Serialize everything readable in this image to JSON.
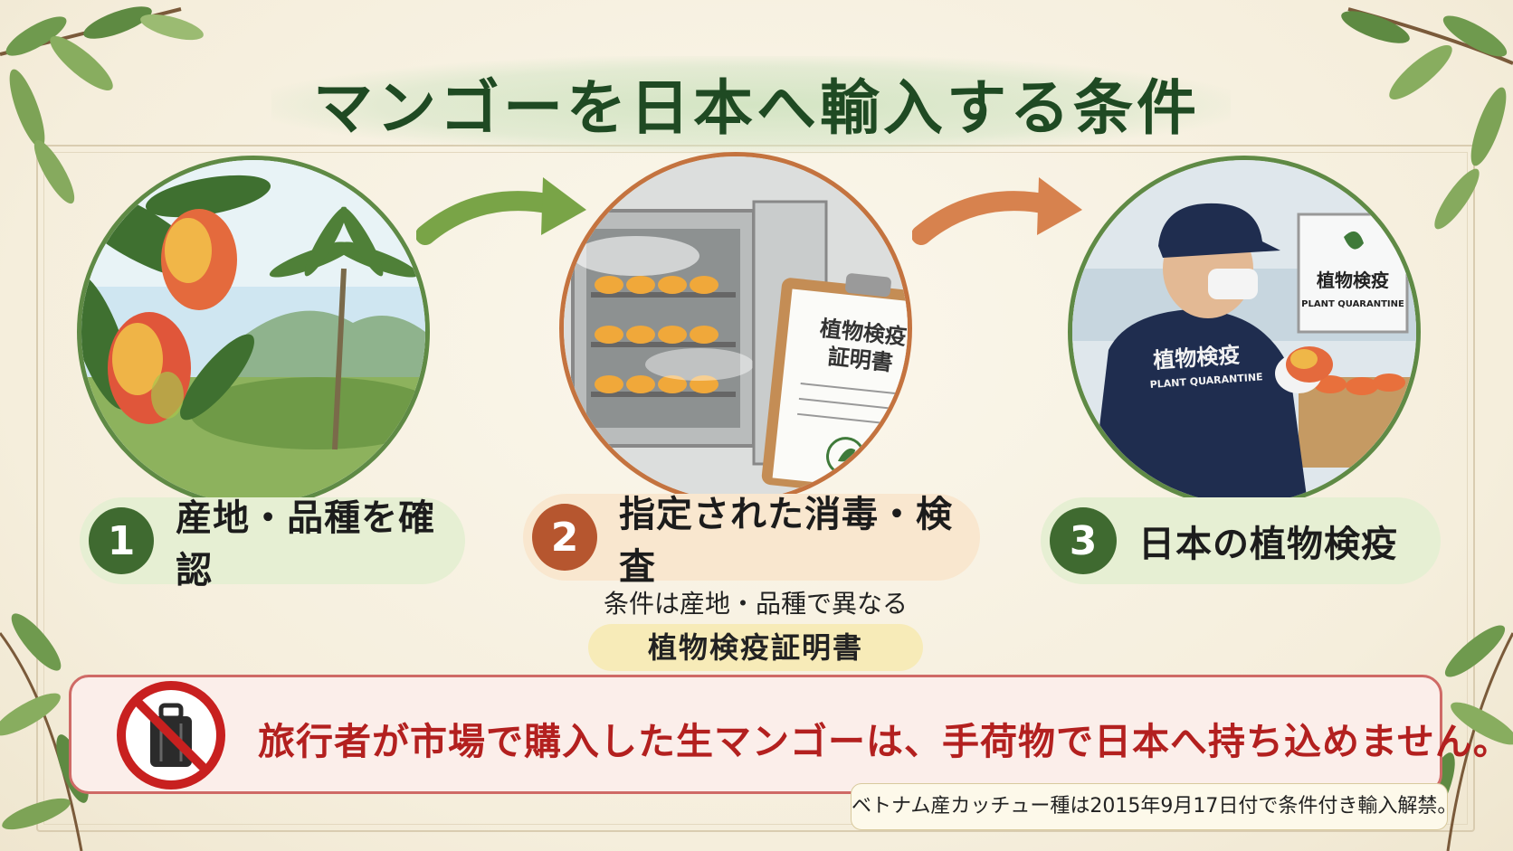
{
  "title": "マンゴーを日本へ輸入する条件",
  "steps": [
    {
      "number": "1",
      "label": "産地・品種を確認"
    },
    {
      "number": "2",
      "label": "指定された消毒・検査"
    },
    {
      "number": "3",
      "label": "日本の植物検疫"
    }
  ],
  "step2_note": "条件は産地・品種で異なる",
  "certificate_tag": "植物検疫証明書",
  "illustration_text": {
    "clipboard_title_line1": "植物検疫",
    "clipboard_title_line2": "証明書",
    "sign_jp": "植物検疫",
    "sign_en": "PLANT QUARANTINE",
    "shirt_jp": "植物検疫",
    "shirt_en": "PLANT QUARANTINE"
  },
  "warning": {
    "icon": "no-luggage-icon",
    "text": "旅行者が市場で購入した生マンゴーは、手荷物で日本へ持ち込めません。"
  },
  "footnote": "ベトナム産カッチュー種は2015年9月17日付で条件付き輸入解禁。",
  "colors": {
    "title": "#1f4a23",
    "green_accent": "#3f6a30",
    "orange_accent": "#b6562f",
    "warning_red": "#b3201f",
    "warning_border": "#cf6a66"
  }
}
